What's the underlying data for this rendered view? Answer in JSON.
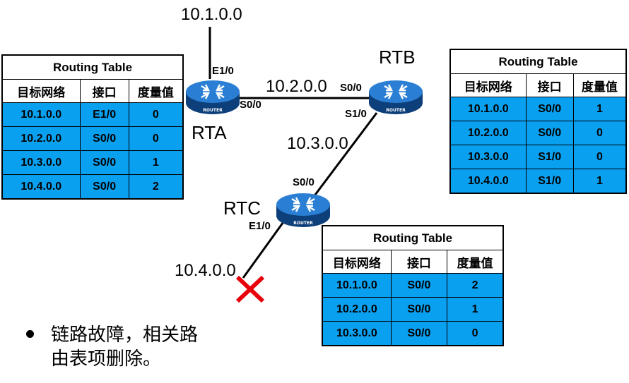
{
  "network": {
    "net_a": "10.1.0.0",
    "net_b": "10.2.0.0",
    "net_c": "10.3.0.0",
    "net_d": "10.4.0.0"
  },
  "routers": {
    "rta": {
      "name": "RTA",
      "e1": "E1/0",
      "s0": "S0/0",
      "logo": "ROUTER"
    },
    "rtb": {
      "name": "RTB",
      "s0": "S0/0",
      "s1": "S1/0",
      "logo": "ROUTER"
    },
    "rtc": {
      "name": "RTC",
      "s0": "S0/0",
      "e1": "E1/0",
      "logo": "ROUTER"
    }
  },
  "tables": {
    "title": "Routing Table",
    "headers": [
      "目标网络",
      "接口",
      "度量值"
    ],
    "rta": [
      [
        "10.1.0.0",
        "E1/0",
        "0"
      ],
      [
        "10.2.0.0",
        "S0/0",
        "0"
      ],
      [
        "10.3.0.0",
        "S0/0",
        "1"
      ],
      [
        "10.4.0.0",
        "S0/0",
        "2"
      ]
    ],
    "rtb": [
      [
        "10.1.0.0",
        "S0/0",
        "1"
      ],
      [
        "10.2.0.0",
        "S0/0",
        "0"
      ],
      [
        "10.3.0.0",
        "S1/0",
        "0"
      ],
      [
        "10.4.0.0",
        "S1/0",
        "1"
      ]
    ],
    "rtc": [
      [
        "10.1.0.0",
        "S0/0",
        "2"
      ],
      [
        "10.2.0.0",
        "S0/0",
        "1"
      ],
      [
        "10.3.0.0",
        "S0/0",
        "0"
      ]
    ]
  },
  "note": {
    "line1": "链路故障，相关路",
    "line2": "由表项删除。"
  },
  "colors": {
    "row_fill": "#0aa0f0",
    "router_body": "#1f6fc4",
    "failure_mark": "#e8000b"
  }
}
